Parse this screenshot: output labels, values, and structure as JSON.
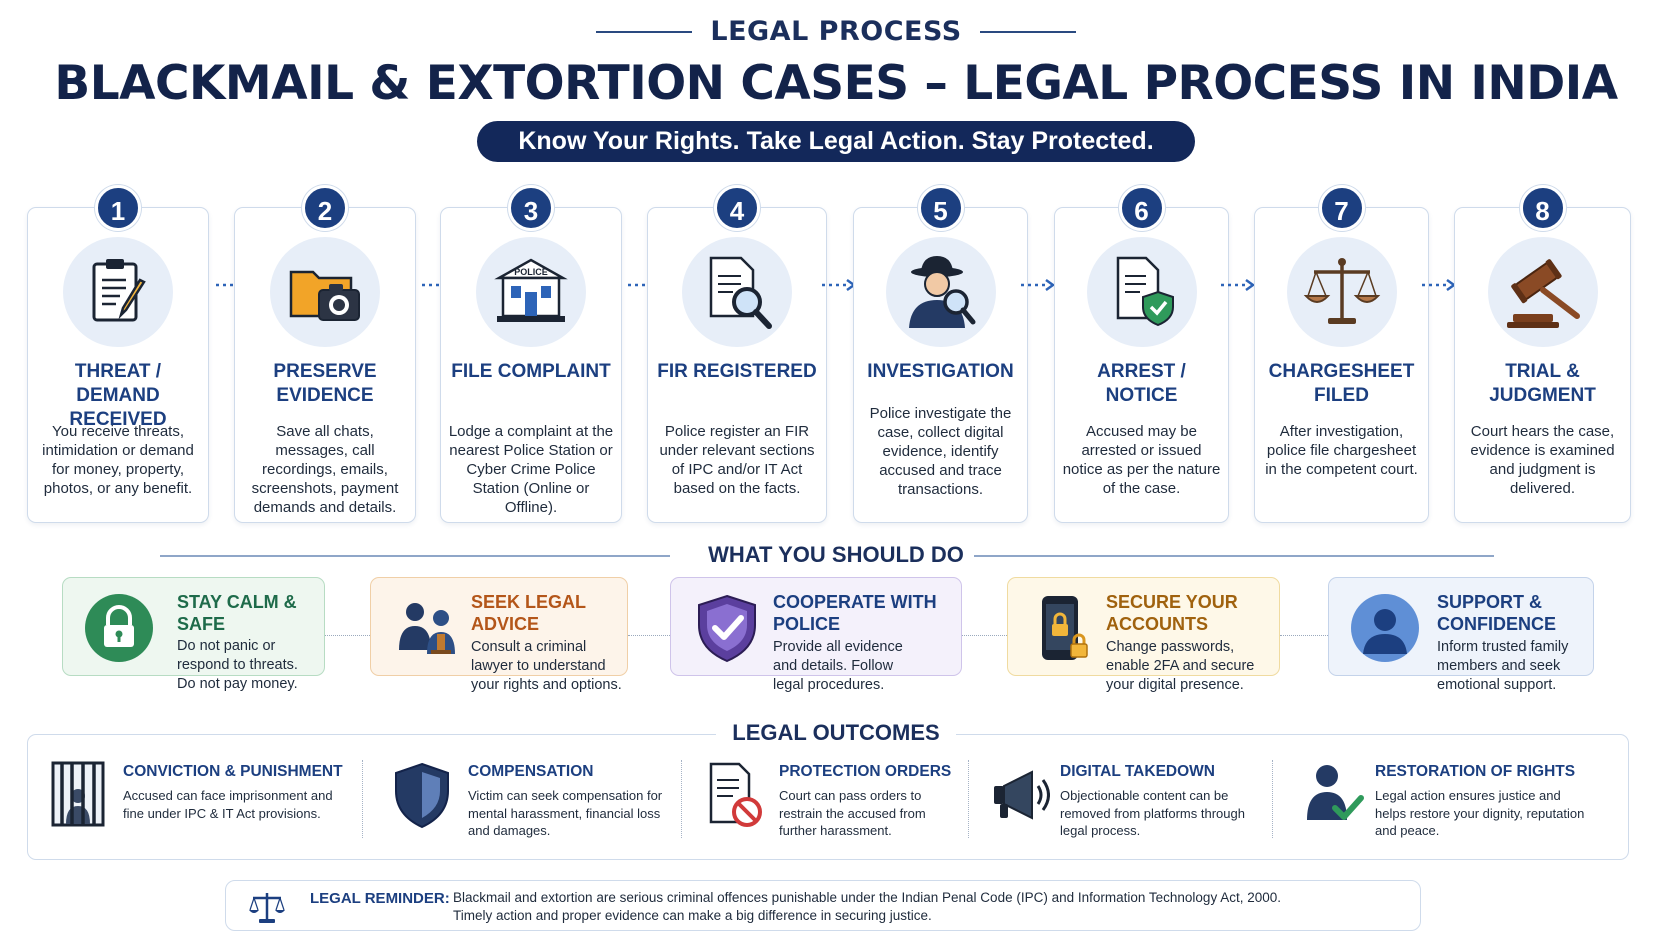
{
  "header": {
    "kicker": "LEGAL PROCESS",
    "title": "BLACKMAIL & EXTORTION CASES – LEGAL PROCESS IN INDIA",
    "tagline": "Know Your Rights. Take Legal Action. Stay Protected."
  },
  "steps": [
    {
      "number": "1",
      "icon": "clipboard-pencil-icon",
      "title": "THREAT / DEMAND RECEIVED",
      "desc": "You receive threats, intimidation or demand for money, property, photos, or any benefit."
    },
    {
      "number": "2",
      "icon": "folder-camera-icon",
      "title": "PRESERVE EVIDENCE",
      "desc": "Save all chats, messages, call recordings, emails, screenshots, payment demands and details."
    },
    {
      "number": "3",
      "icon": "police-station-icon",
      "icon_label": "POLICE",
      "title": "FILE COMPLAINT",
      "desc": "Lodge a complaint at the nearest Police Station or Cyber Crime Police Station (Online or Offline)."
    },
    {
      "number": "4",
      "icon": "document-magnifier-icon",
      "title": "FIR REGISTERED",
      "desc": "Police register an FIR under relevant sections of IPC and/or IT Act based on the facts."
    },
    {
      "number": "5",
      "icon": "detective-icon",
      "title": "INVESTIGATION",
      "desc": "Police investigate the case, collect digital evidence, identify accused and trace transactions."
    },
    {
      "number": "6",
      "icon": "document-shield-icon",
      "title": "ARREST / NOTICE",
      "desc": "Accused may be arrested or issued notice as per the nature of the case."
    },
    {
      "number": "7",
      "icon": "scales-icon",
      "title": "CHARGESHEET FILED",
      "desc": "After investigation, police file chargesheet in the competent court."
    },
    {
      "number": "8",
      "icon": "gavel-icon",
      "title": "TRIAL & JUDGMENT",
      "desc": "Court hears the case, evidence is examined and judgment is delivered."
    }
  ],
  "advice": {
    "heading": "WHAT YOU SHOULD DO",
    "items": [
      {
        "icon": "padlock-icon",
        "title": "STAY CALM & SAFE",
        "desc": "Do not panic or respond to threats. Do not pay money.",
        "color": "#1e6b4a"
      },
      {
        "icon": "lawyer-client-icon",
        "title": "SEEK LEGAL ADVICE",
        "desc": "Consult a criminal lawyer to understand your rights and options.",
        "color": "#b4561a"
      },
      {
        "icon": "shield-check-icon",
        "title": "COOPERATE WITH POLICE",
        "desc": "Provide all evidence and details. Follow legal procedures.",
        "color": "#1c3f80"
      },
      {
        "icon": "phone-lock-icon",
        "title": "SECURE YOUR ACCOUNTS",
        "desc": "Change passwords, enable 2FA and secure your digital presence.",
        "color": "#a0620e"
      },
      {
        "icon": "person-support-icon",
        "title": "SUPPORT & CONFIDENCE",
        "desc": "Inform trusted family members and seek emotional support.",
        "color": "#1c3f80"
      }
    ]
  },
  "outcomes": {
    "heading": "LEGAL OUTCOMES",
    "items": [
      {
        "icon": "prison-bars-icon",
        "title": "CONVICTION & PUNISHMENT",
        "desc": "Accused can face imprisonment and fine under IPC & IT Act provisions."
      },
      {
        "icon": "shield-icon",
        "title": "COMPENSATION",
        "desc": "Victim can seek compensation for mental harassment, financial loss and damages."
      },
      {
        "icon": "document-prohibited-icon",
        "title": "PROTECTION ORDERS",
        "desc": "Court can pass orders to restrain the accused from further harassment."
      },
      {
        "icon": "megaphone-icon",
        "title": "DIGITAL TAKEDOWN",
        "desc": "Objectionable content can be removed from platforms through legal process."
      },
      {
        "icon": "person-check-icon",
        "title": "RESTORATION OF RIGHTS",
        "desc": "Legal action ensures justice and helps restore your dignity, reputation and peace."
      }
    ]
  },
  "reminder": {
    "icon": "scales-icon",
    "label": "LEGAL REMINDER:",
    "line1": "Blackmail and extortion are serious criminal offences punishable under the Indian Penal Code (IPC) and Information Technology Act, 2000.",
    "line2": "Timely action and proper evidence can make a big difference in securing justice."
  },
  "colors": {
    "navy": "#13234a",
    "accent_blue": "#1c3f80",
    "green": "#1e6b4a",
    "orange": "#b4561a",
    "purple": "#5b3f9e",
    "gold": "#a0620e"
  }
}
